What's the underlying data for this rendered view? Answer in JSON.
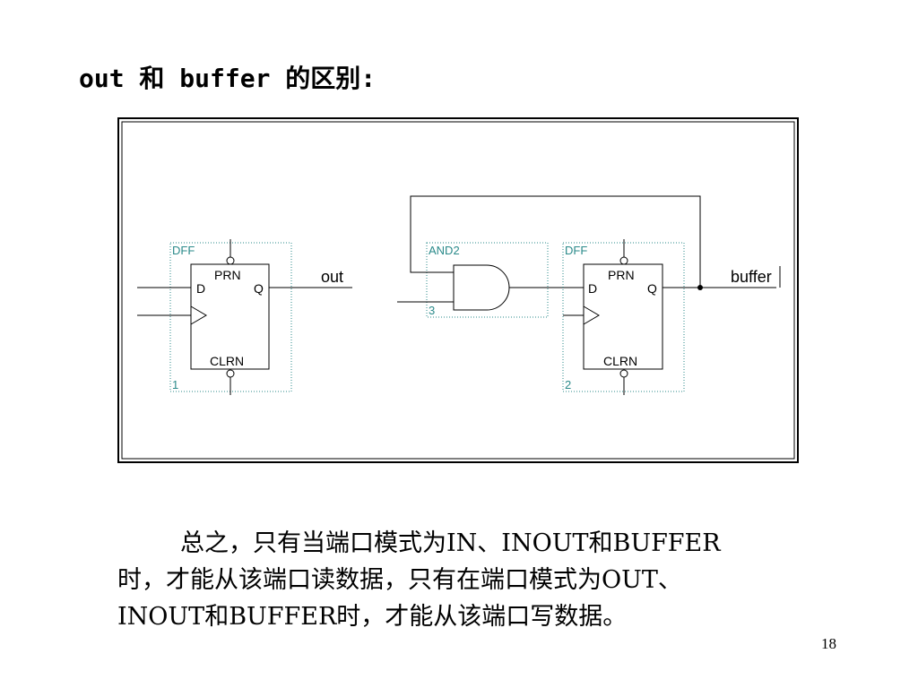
{
  "slide": {
    "title": "out 和 buffer 的区别:",
    "page_number": "18"
  },
  "schematic": {
    "circuit1": {
      "dff_type": "DFF",
      "instance": "1",
      "pin_prn": "PRN",
      "pin_d": "D",
      "pin_q": "Q",
      "pin_clrn": "CLRN",
      "output_name": "out"
    },
    "circuit2": {
      "and_type": "AND2",
      "and_instance": "3",
      "dff_type": "DFF",
      "instance": "2",
      "pin_prn": "PRN",
      "pin_d": "D",
      "pin_q": "Q",
      "pin_clrn": "CLRN",
      "output_name": "buffer"
    },
    "colors": {
      "wire": "#000000",
      "instance_label": "#2a8a8a",
      "frame": "#000000"
    }
  },
  "summary": {
    "line1": "总之，只有当端口模式为IN、INOUT和BUFFER",
    "line2": "时，才能从该端口读数据，只有在端口模式为OUT、",
    "line3": "INOUT和BUFFER时，才能从该端口写数据。"
  }
}
